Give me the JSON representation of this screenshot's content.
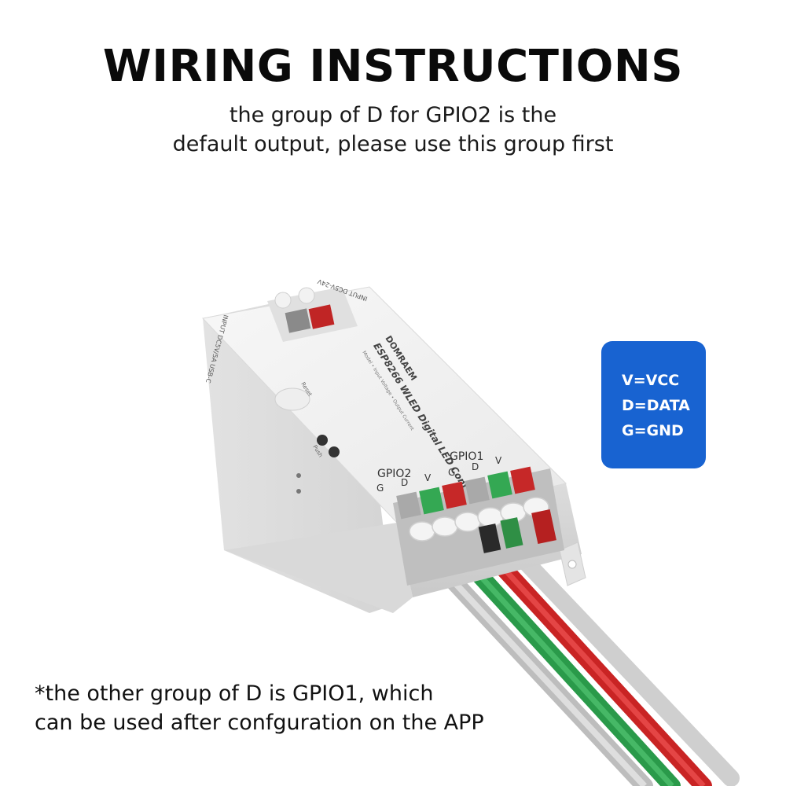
{
  "title": "WIRING INSTRUCTIONS",
  "subtitle": {
    "line1": "the group of D for GPIO2 is the",
    "line2": "default output, please use this group first"
  },
  "legend": {
    "line1": "V=VCC",
    "line2": "D=DATA",
    "line3": "G=GND"
  },
  "note": {
    "line1": "*the other group of D is GPIO1, which",
    "line2": "can be used after confguration on the APP"
  },
  "device": {
    "brand": "DOMRAEM",
    "model": "ESP8266 WLED Digital LED Controller",
    "input_dc": "INPUT DC5V-24V",
    "input_usb": "INPUT DC5V/5A USB-C",
    "reset_label": "Reset",
    "push_label": "Push",
    "gpio2_label": "GPIO2",
    "gpio1_label": "GPIO1",
    "pin_g": "G",
    "pin_d": "D",
    "pin_v": "V"
  },
  "colors": {
    "legend_bg": "#1863d1",
    "wire_red": "#d42a2a",
    "wire_green": "#2e9e4f",
    "wire_gray": "#c8c8c8"
  }
}
